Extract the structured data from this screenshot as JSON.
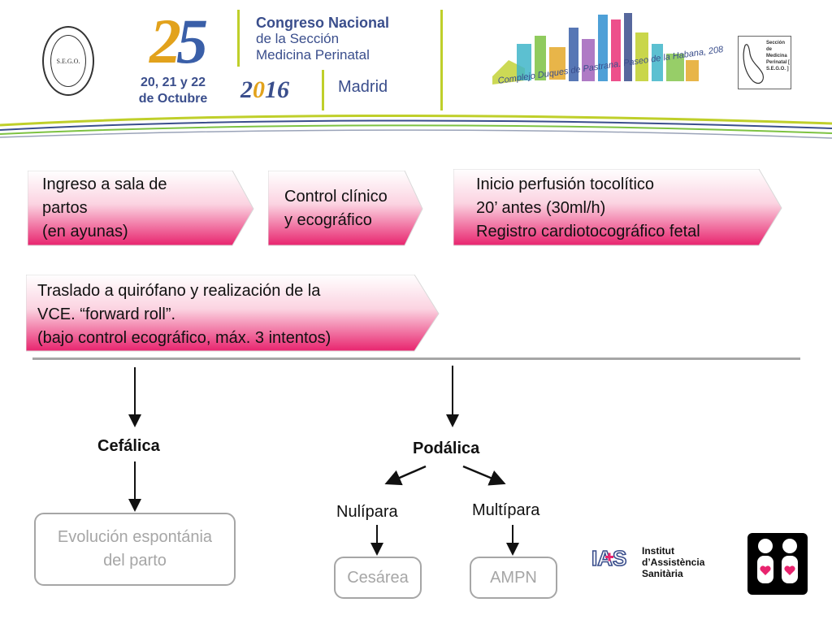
{
  "header": {
    "edition_digit_1": "2",
    "edition_digit_2": "5",
    "dates": "20, 21 y 22\nde Octubre",
    "congress_line1": "Congreso Nacional",
    "congress_line2": "de la Sección",
    "congress_line3": "Medicina Perinatal",
    "year_pre": "2",
    "year_zero": "0",
    "year_post": "16",
    "city": "Madrid",
    "venue": "Complejo Duques de Pastrana. Paseo de la Habana, 208",
    "section_logo_text": "Sección de Medicina Perinatal [ S.E.G.O. ]",
    "sego_logo_text": "S.E.G.O.",
    "colors": {
      "blue": "#3a4e8c",
      "gold": "#e2a21c",
      "lime": "#bfcf2a",
      "pink": "#e8246e"
    }
  },
  "flow": {
    "step1": "Ingreso a sala de\npartos\n(en ayunas)",
    "step2": "Control clínico\ny ecográfico",
    "step3": "Inicio perfusión tocolítico\n20’ antes (30ml/h)\nRegistro cardiotocográfico fetal",
    "step4": "Traslado a quirófano y realización de la\nVCE. “forward roll”.\n(bajo control ecográfico, máx. 3 intentos)"
  },
  "outcomes": {
    "cephalic": {
      "label": "Cefálica",
      "result": "Evolución espontánia\ndel parto"
    },
    "breech": {
      "label": "Podálica",
      "nulliparous": {
        "label": "Nulípara",
        "result": "Cesárea"
      },
      "multiparous": {
        "label": "Multípara",
        "result": "AMPN"
      }
    }
  },
  "footer": {
    "ias_text": "Institut\nd’Assistència\nSanitària",
    "ias_mark": "IAS"
  }
}
